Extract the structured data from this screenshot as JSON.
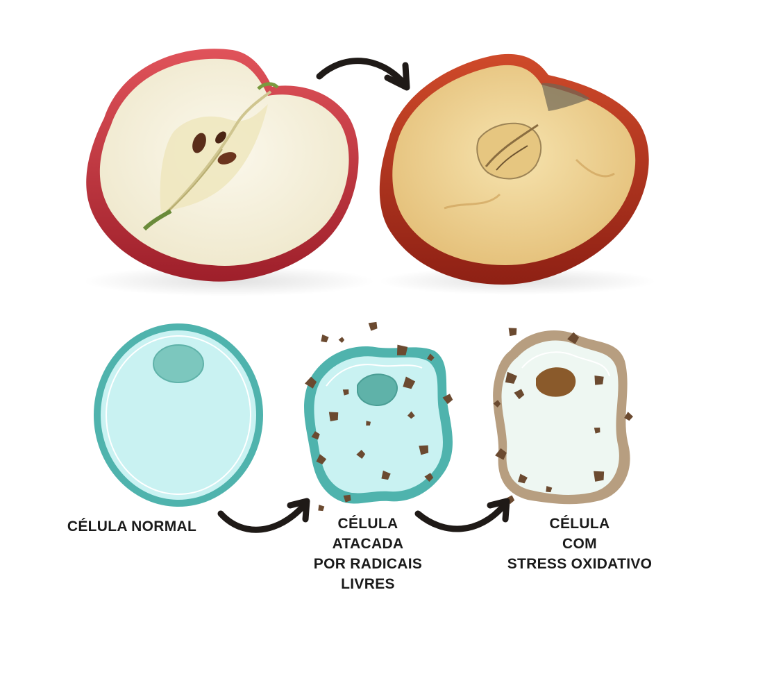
{
  "labels": {
    "normal": [
      "CÉLULA NORMAL"
    ],
    "atacada": [
      "CÉLULA",
      "ATACADA",
      "POR RADICAIS",
      "LIVRES"
    ],
    "stress": [
      "CÉLULA",
      "COM",
      "STRESS OXIDATIVO"
    ]
  },
  "colors": {
    "cell_teal": "#4fb3ad",
    "cell_fill": "#c9f2f2",
    "cell_nucleus": "#7cc7be",
    "stress_outline": "#b79e80",
    "stress_fill": "#eef7f2",
    "stress_nucleus": "#8a5a2b",
    "radical_brown": "#6b4a30",
    "arrow": "#1f1a17",
    "apple_red": "#c22f3b",
    "apple_flesh": "#f7f2e1",
    "dried_red": "#b8321f",
    "dried_flesh": "#f0d79a"
  }
}
